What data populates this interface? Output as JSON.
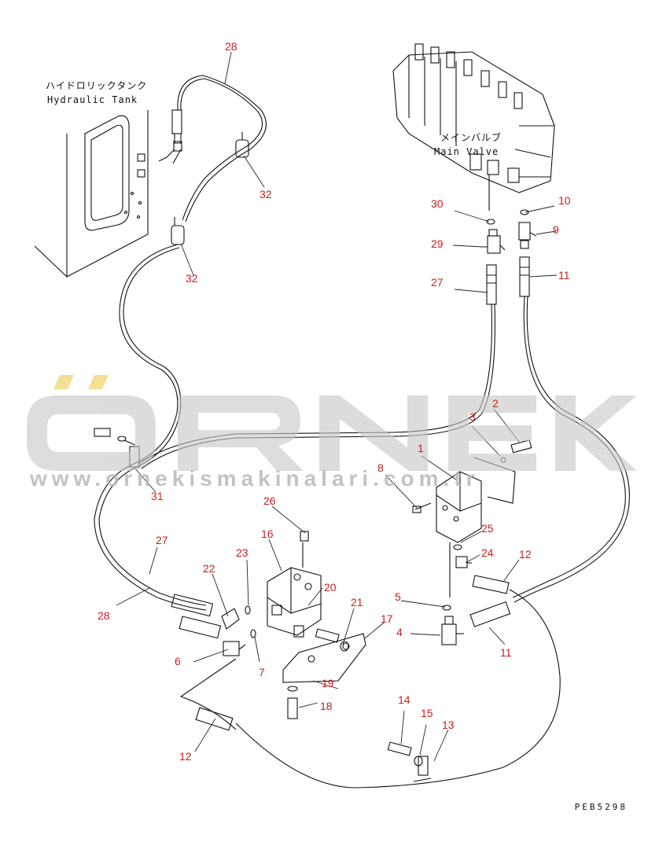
{
  "captions": {
    "tank_jp": "ハイドロリックタンク",
    "tank_en": "Hydraulic Tank",
    "valve_jp": "メインバルブ",
    "valve_en": "Main Valve"
  },
  "watermark": {
    "brand": "ÖRNEK",
    "url": "www.ornekismakinalari.com.tr",
    "color": "#c8c8c8",
    "accent": "#f2dc8a"
  },
  "drawing_code": "PEB5298",
  "label_color": "#c8201e",
  "part_labels": {
    "p1": "1",
    "p2": "2",
    "p3": "3",
    "p4": "4",
    "p5": "5",
    "p6": "6",
    "p7": "7",
    "p8": "8",
    "p9": "9",
    "p10": "10",
    "p11a": "11",
    "p11b": "11",
    "p12a": "12",
    "p12b": "12",
    "p13": "13",
    "p14": "14",
    "p15": "15",
    "p16": "16",
    "p17": "17",
    "p18": "18",
    "p19": "19",
    "p20": "20",
    "p21": "21",
    "p22": "22",
    "p23": "23",
    "p24": "24",
    "p25": "25",
    "p26": "26",
    "p27a": "27",
    "p27b": "27",
    "p28a": "28",
    "p28b": "28",
    "p29": "29",
    "p30": "30",
    "p31": "31",
    "p32a": "32",
    "p32b": "32"
  }
}
